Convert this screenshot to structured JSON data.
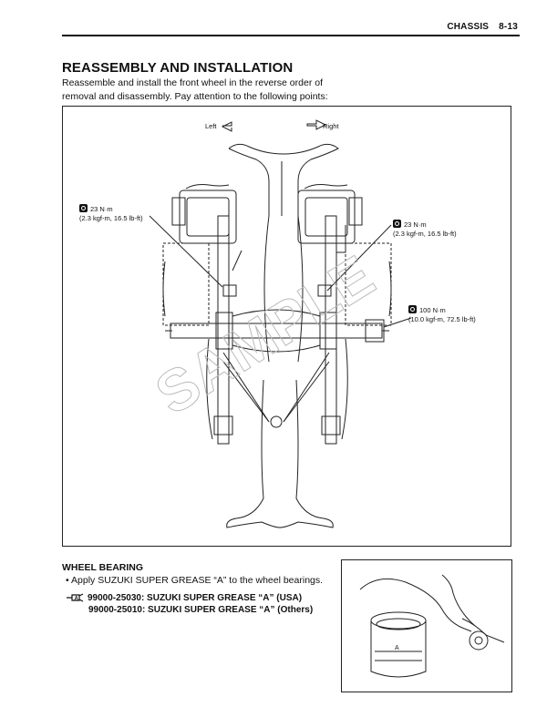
{
  "header": {
    "section": "CHASSIS",
    "page": "8-13"
  },
  "title": "REASSEMBLY AND INSTALLATION",
  "intro": "Reassemble and install the front wheel in the reverse order of removal and disassembly. Pay attention to the following points:",
  "figure": {
    "left_label": "Left",
    "right_label": "Right",
    "torque_left": {
      "value": "23 N·m",
      "detail": "(2.3 kgf-m, 16.5 lb-ft)"
    },
    "torque_right": {
      "value": "23 N·m",
      "detail": "(2.3 kgf-m, 16.5 lb-ft)"
    },
    "torque_axle": {
      "value": "100 N·m",
      "detail": "(10.0 kgf-m, 72.5 lb-ft)"
    },
    "watermark": "SAMPLE"
  },
  "wheel_bearing": {
    "title": "WHEEL BEARING",
    "bullet": "• Apply SUZUKI SUPER GREASE “A” to the wheel bearings.",
    "grease_usa": "99000-25030: SUZUKI SUPER GREASE “A” (USA)",
    "grease_others": "99000-25010: SUZUKI SUPER GREASE “A” (Others)",
    "can_mark": "A"
  }
}
